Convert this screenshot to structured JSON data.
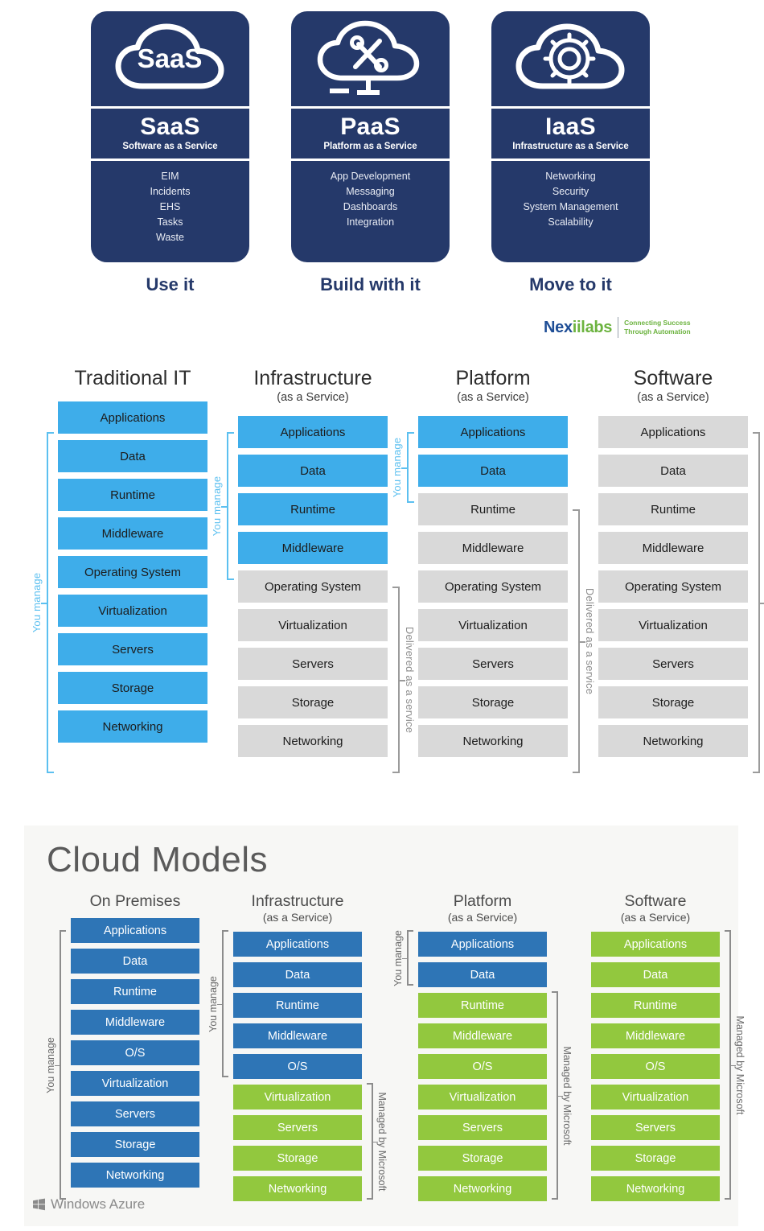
{
  "top_cards": [
    {
      "icon": "cloud-saas-icon",
      "acronym": "SaaS",
      "expansion": "Software as a Service",
      "features": [
        "EIM",
        "Incidents",
        "EHS",
        "Tasks",
        "Waste"
      ],
      "caption": "Use it"
    },
    {
      "icon": "cloud-tools-icon",
      "acronym": "PaaS",
      "expansion": "Platform as a Service",
      "features": [
        "App Development",
        "Messaging",
        "Dashboards",
        "Integration"
      ],
      "caption": "Build with it"
    },
    {
      "icon": "cloud-gear-icon",
      "acronym": "IaaS",
      "expansion": "Infrastructure as a Service",
      "features": [
        "Networking",
        "Security",
        "System Management",
        "Scalability"
      ],
      "caption": "Move to it"
    }
  ],
  "brand": {
    "word_part1": "Nex",
    "word_part2": "iilabs",
    "tagline_line1": "Connecting Success",
    "tagline_line2": "Through Automation",
    "color_blue": "#1f4e96",
    "color_green": "#6cb33f"
  },
  "middle_diagram": {
    "layers": [
      "Applications",
      "Data",
      "Runtime",
      "Middleware",
      "Operating System",
      "Virtualization",
      "Servers",
      "Storage",
      "Networking"
    ],
    "managed_label": "You manage",
    "service_label": "Delivered as a service",
    "colors": {
      "managed": "#3eadea",
      "service": "#d9d9d9",
      "bracket_blue": "#5cc0f0",
      "bracket_gray": "#9b9b9b"
    },
    "columns": [
      {
        "title": "Traditional IT",
        "subtitle": "",
        "managed_count": 9
      },
      {
        "title": "Infrastructure",
        "subtitle": "(as a Service)",
        "managed_count": 4
      },
      {
        "title": "Platform",
        "subtitle": "(as a Service)",
        "managed_count": 2
      },
      {
        "title": "Software",
        "subtitle": "(as a Service)",
        "managed_count": 0
      }
    ]
  },
  "bottom_diagram": {
    "title": "Cloud Models",
    "layers": [
      "Applications",
      "Data",
      "Runtime",
      "Middleware",
      "O/S",
      "Virtualization",
      "Servers",
      "Storage",
      "Networking"
    ],
    "managed_label": "You manage",
    "provider_label": "Managed by Microsoft",
    "colors": {
      "managed": "#2e75b6",
      "provider": "#92c83e",
      "bracket": "#8c8c8c",
      "panel": "#f7f7f5"
    },
    "columns": [
      {
        "title": "On Premises",
        "subtitle": "",
        "managed_count": 9
      },
      {
        "title": "Infrastructure",
        "subtitle": "(as a Service)",
        "managed_count": 5
      },
      {
        "title": "Platform",
        "subtitle": "(as a Service)",
        "managed_count": 2
      },
      {
        "title": "Software",
        "subtitle": "(as a Service)",
        "managed_count": 0
      }
    ],
    "footer_logo": "Windows Azure"
  },
  "chart_data": {
    "type": "table",
    "title": "Cloud service model responsibility stacks",
    "charts": [
      {
        "name": "middle_stack",
        "categories": [
          "Traditional IT",
          "Infrastructure (as a Service)",
          "Platform (as a Service)",
          "Software (as a Service)"
        ],
        "rows": [
          "Applications",
          "Data",
          "Runtime",
          "Middleware",
          "Operating System",
          "Virtualization",
          "Servers",
          "Storage",
          "Networking"
        ],
        "values": [
          [
            "You manage",
            "You manage",
            "You manage",
            "You manage",
            "You manage",
            "You manage",
            "You manage",
            "You manage",
            "You manage"
          ],
          [
            "You manage",
            "You manage",
            "You manage",
            "You manage",
            "Delivered as a service",
            "Delivered as a service",
            "Delivered as a service",
            "Delivered as a service",
            "Delivered as a service"
          ],
          [
            "You manage",
            "You manage",
            "Delivered as a service",
            "Delivered as a service",
            "Delivered as a service",
            "Delivered as a service",
            "Delivered as a service",
            "Delivered as a service",
            "Delivered as a service"
          ],
          [
            "Delivered as a service",
            "Delivered as a service",
            "Delivered as a service",
            "Delivered as a service",
            "Delivered as a service",
            "Delivered as a service",
            "Delivered as a service",
            "Delivered as a service",
            "Delivered as a service"
          ]
        ]
      },
      {
        "name": "bottom_stack",
        "categories": [
          "On Premises",
          "Infrastructure (as a Service)",
          "Platform (as a Service)",
          "Software (as a Service)"
        ],
        "rows": [
          "Applications",
          "Data",
          "Runtime",
          "Middleware",
          "O/S",
          "Virtualization",
          "Servers",
          "Storage",
          "Networking"
        ],
        "values": [
          [
            "You manage",
            "You manage",
            "You manage",
            "You manage",
            "You manage",
            "You manage",
            "You manage",
            "You manage",
            "You manage"
          ],
          [
            "You manage",
            "You manage",
            "You manage",
            "You manage",
            "You manage",
            "Managed by Microsoft",
            "Managed by Microsoft",
            "Managed by Microsoft",
            "Managed by Microsoft"
          ],
          [
            "You manage",
            "You manage",
            "Managed by Microsoft",
            "Managed by Microsoft",
            "Managed by Microsoft",
            "Managed by Microsoft",
            "Managed by Microsoft",
            "Managed by Microsoft",
            "Managed by Microsoft"
          ],
          [
            "Managed by Microsoft",
            "Managed by Microsoft",
            "Managed by Microsoft",
            "Managed by Microsoft",
            "Managed by Microsoft",
            "Managed by Microsoft",
            "Managed by Microsoft",
            "Managed by Microsoft",
            "Managed by Microsoft"
          ]
        ]
      }
    ]
  }
}
